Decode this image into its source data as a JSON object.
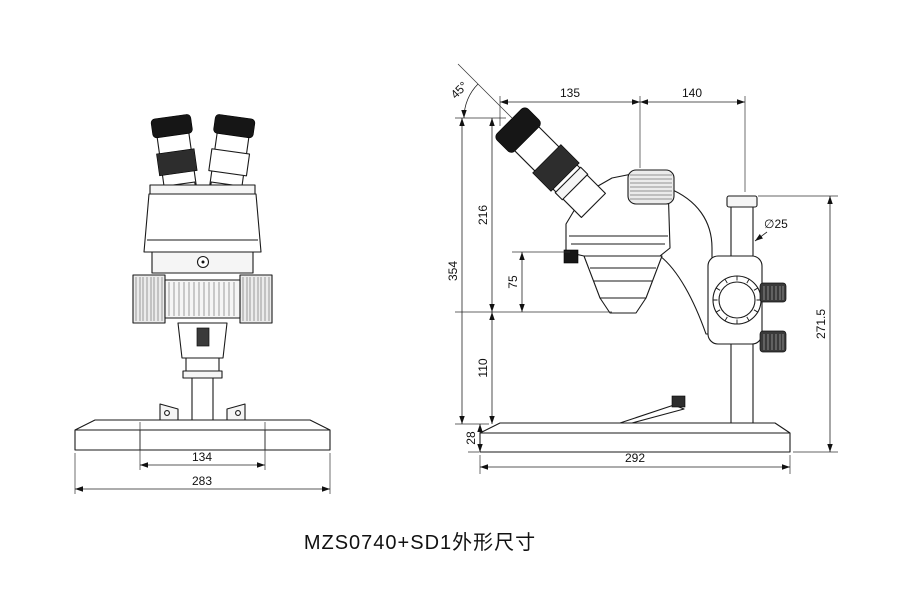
{
  "title": "MZS0740+SD1外形尺寸",
  "front": {
    "dims": {
      "inner_width": "134",
      "base_width": "283"
    }
  },
  "side": {
    "dims": {
      "eyepiece_angle": "45°",
      "head_span": "135",
      "arm_span": "140",
      "eyepiece_height": "216",
      "total_height": "354",
      "body_height": "75",
      "working_height": "110",
      "base_thickness": "28",
      "pillar_diameter": "∅25",
      "pillar_height": "271.5",
      "base_width": "292"
    }
  }
}
